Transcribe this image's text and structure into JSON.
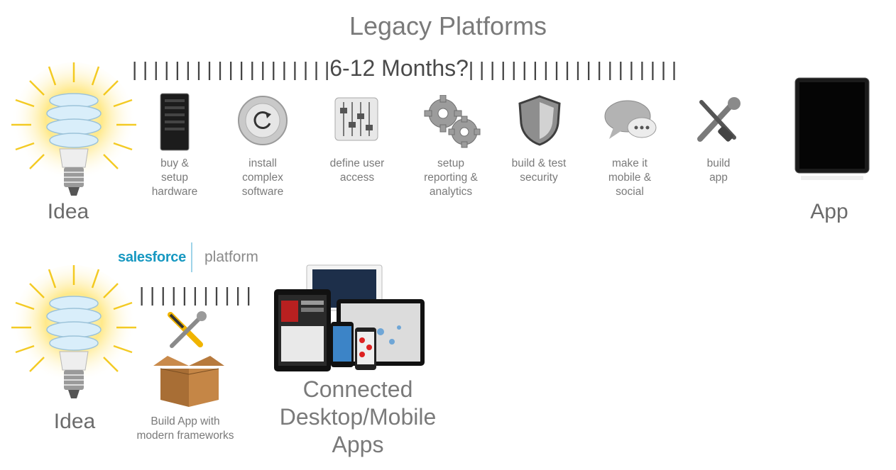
{
  "title": "Legacy Platforms",
  "legacy_timeline": {
    "left_ticks": "| | | | | | | | | | | | | | | | | | |",
    "duration": "6-12 Months?",
    "right_ticks": "| | | | | | | | | | | | | | | | | | | |"
  },
  "legacy_steps": [
    {
      "icon": "server-icon",
      "label": "buy &\nsetup\nhardware"
    },
    {
      "icon": "install-disc-icon",
      "label": "install\ncomplex\nsoftware"
    },
    {
      "icon": "sliders-icon",
      "label": "define user\naccess"
    },
    {
      "icon": "gears-icon",
      "label": "setup\nreporting &\nanalytics"
    },
    {
      "icon": "shield-icon",
      "label": "build & test\nsecurity"
    },
    {
      "icon": "chat-bubble-icon",
      "label": "make it\nmobile &\nsocial"
    },
    {
      "icon": "tools-icon",
      "label": "build\napp"
    }
  ],
  "legacy_idea_label": "Idea",
  "legacy_app_label": "App",
  "salesforce": {
    "logo": "salesforce",
    "platform": "platform"
  },
  "platform_timeline": {
    "ticks": "| | | | | | | | | | |"
  },
  "platform_idea_label": "Idea",
  "build_label": "Build App with\nmodern frameworks",
  "connected_label": "Connected\nDesktop/Mobile\nApps"
}
